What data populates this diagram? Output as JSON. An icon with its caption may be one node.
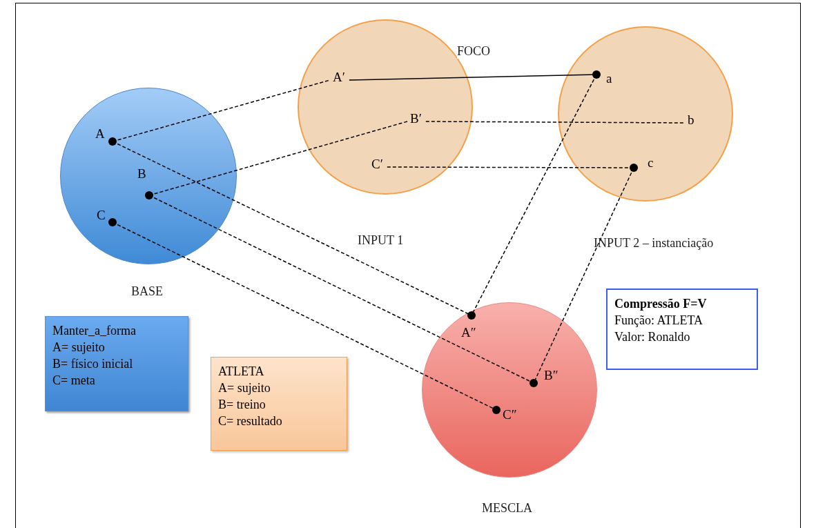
{
  "diagram": {
    "nodes": [
      {
        "text": [
          "BASE"
        ]
      },
      {
        "text": [
          "A"
        ],
        "in": 0
      },
      {
        "text": [
          "B"
        ],
        "in": 0
      },
      {
        "text": [
          "C"
        ],
        "in": 0
      },
      {
        "text": [
          "INPUT 1"
        ]
      },
      {
        "text": [
          "A′"
        ],
        "in": 4
      },
      {
        "text": [
          "B′"
        ],
        "in": 4
      },
      {
        "text": [
          "C′"
        ],
        "in": 4
      },
      {
        "text": [
          "INPUT 2 – instanciação"
        ]
      },
      {
        "text": [
          "a"
        ],
        "in": 8
      },
      {
        "text": [
          "b"
        ],
        "in": 8
      },
      {
        "text": [
          "c"
        ],
        "in": 8
      },
      {
        "text": [
          "MESCLA"
        ]
      },
      {
        "text": [
          "A″"
        ],
        "in": 12
      },
      {
        "text": [
          "B″"
        ],
        "in": 12
      },
      {
        "text": [
          "C″"
        ],
        "in": 12
      },
      {
        "text": [
          "Manter_a_forma",
          "A= sujeito",
          "B= físico inicial",
          "C= meta"
        ]
      },
      {
        "text": [
          "ATLETA",
          "A= sujeito",
          "B= treino",
          "C= resultado"
        ]
      },
      {
        "text": [
          "Compressão F=V",
          "Função: ATLETA",
          "Valor: Ronaldo"
        ]
      }
    ],
    "edges": [
      {
        "from": 1,
        "to": 5,
        "arrow": "none",
        "style": "dashed"
      },
      {
        "from": 2,
        "to": 6,
        "arrow": "none",
        "style": "dashed"
      },
      {
        "from": 1,
        "to": 13,
        "arrow": "none",
        "style": "dashed"
      },
      {
        "from": 2,
        "to": 14,
        "arrow": "none",
        "style": "dashed"
      },
      {
        "from": 3,
        "to": 15,
        "arrow": "none",
        "style": "dashed"
      },
      {
        "from": 5,
        "to": 9,
        "arrow": "none",
        "label": "FOCO"
      },
      {
        "from": 6,
        "to": 10,
        "arrow": "none",
        "style": "dashed"
      },
      {
        "from": 7,
        "to": 11,
        "arrow": "none",
        "style": "dashed"
      },
      {
        "from": 9,
        "to": 13,
        "arrow": "none",
        "style": "dashed"
      },
      {
        "from": 11,
        "to": 14,
        "arrow": "none",
        "style": "dashed"
      }
    ]
  }
}
